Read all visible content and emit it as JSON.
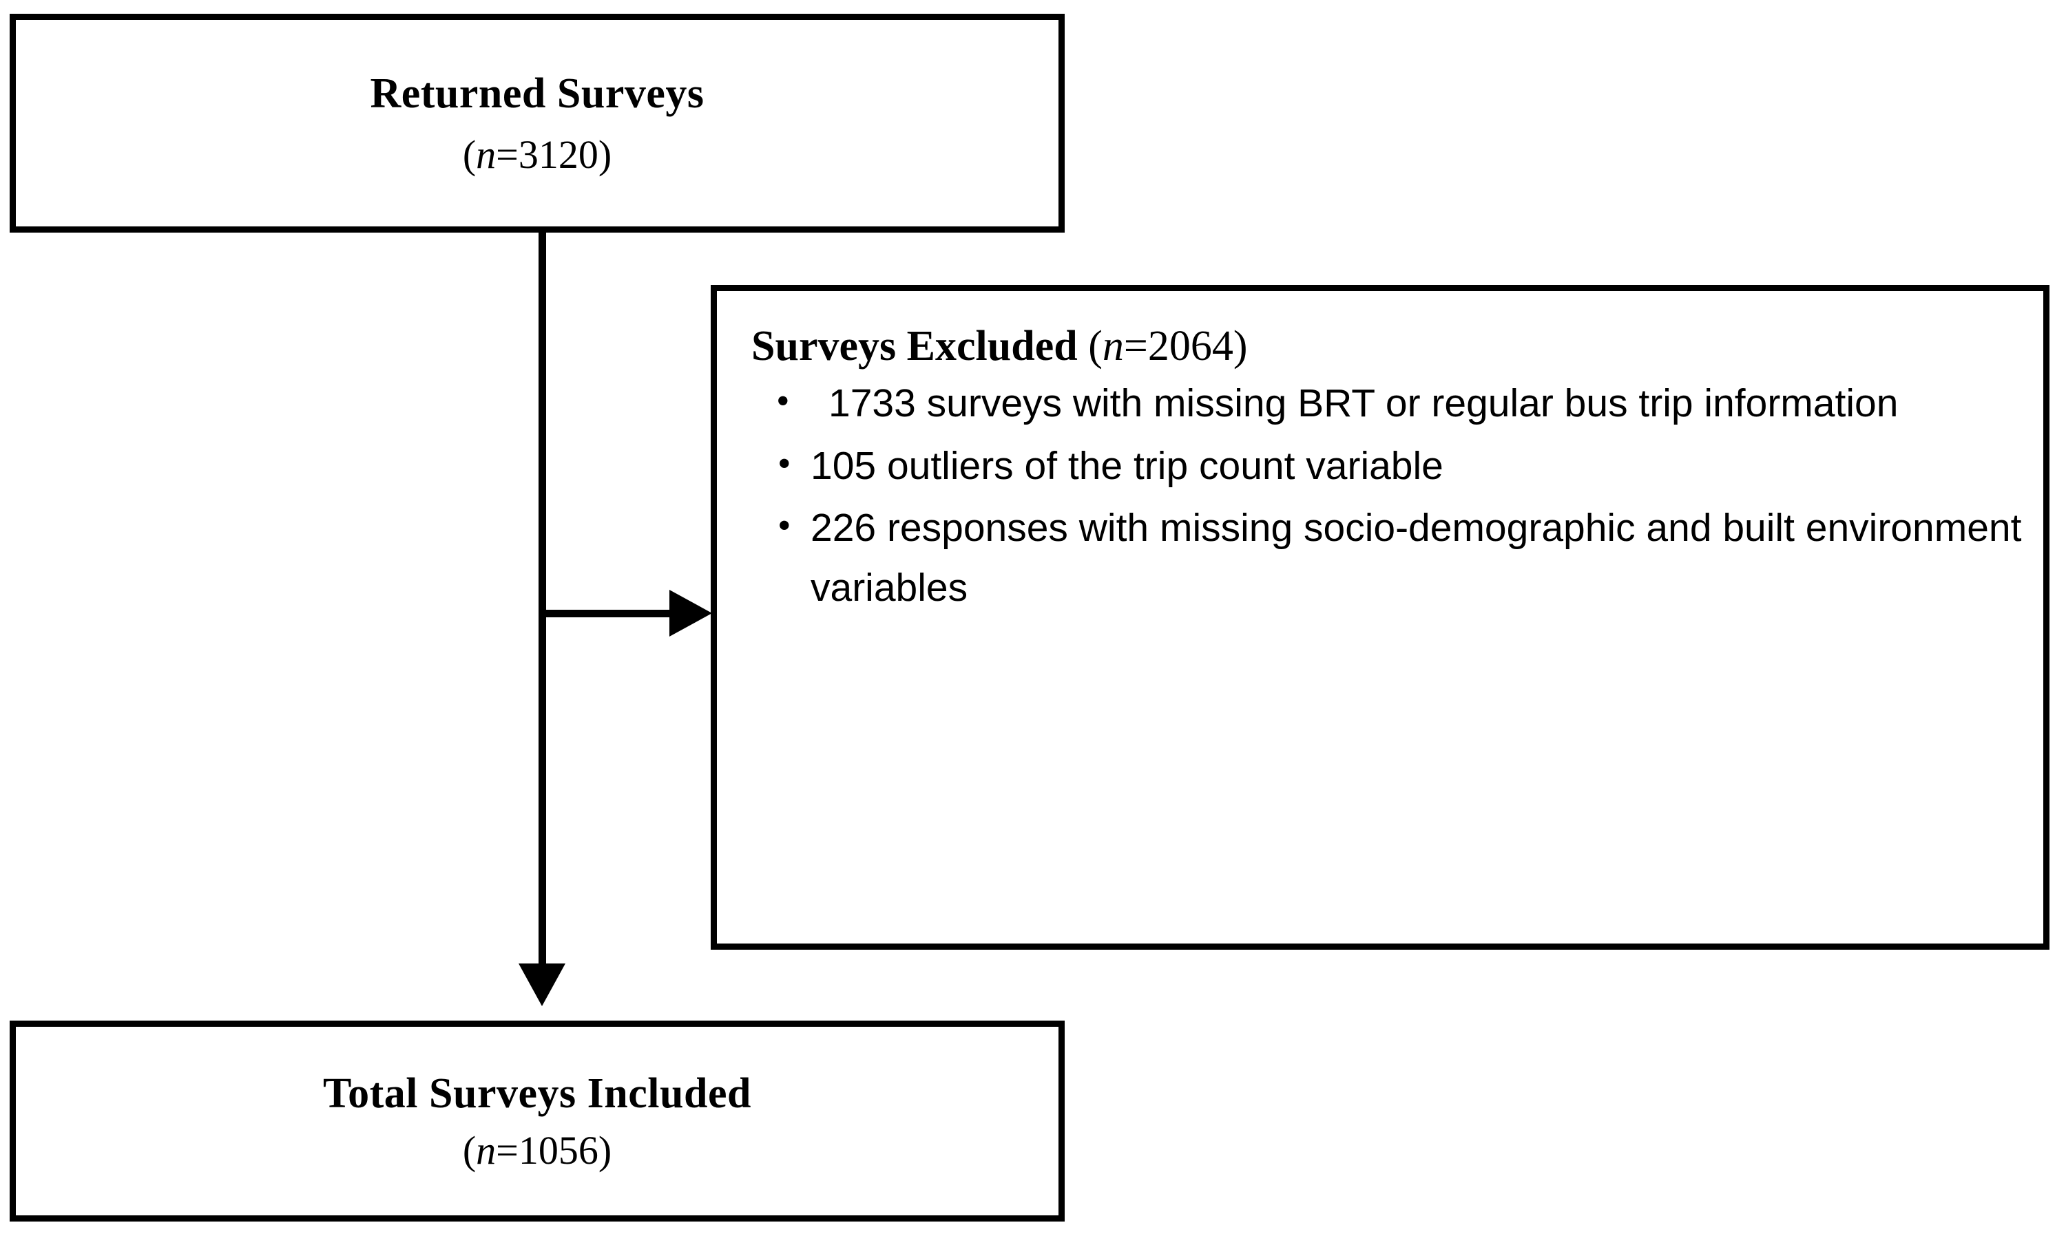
{
  "figure": {
    "type": "flowchart",
    "title": "Survey sample selection flow diagram",
    "orientation": "top-to-bottom"
  },
  "nodes": {
    "returned": {
      "title": "Returned Surveys",
      "n_prefix": "(",
      "n_symbol": "n",
      "n_value": "=3120)",
      "count_full": "(n=3120)"
    },
    "excluded": {
      "title": "Surveys Excluded ",
      "n_prefix": "(",
      "n_symbol": "n",
      "n_value": "=2064)",
      "count_full": "(n=2064)",
      "bullets": [
        "1733 surveys with missing BRT or regular bus trip information",
        "105 outliers of the trip count variable",
        "226 responses with missing socio-demographic and built environment variables"
      ]
    },
    "included": {
      "title": "Total Surveys Included",
      "n_prefix": "(",
      "n_symbol": "n",
      "n_value": "=1056)",
      "count_full": "(n=1056)"
    }
  },
  "connectors": [
    {
      "name": "returned-to-included",
      "style": "vertical-arrow-down"
    },
    {
      "name": "returned-to-excluded",
      "style": "horizontal-arrow-right"
    }
  ],
  "colors": {
    "stroke": "#000000",
    "fill": "#ffffff",
    "text": "#000000"
  }
}
